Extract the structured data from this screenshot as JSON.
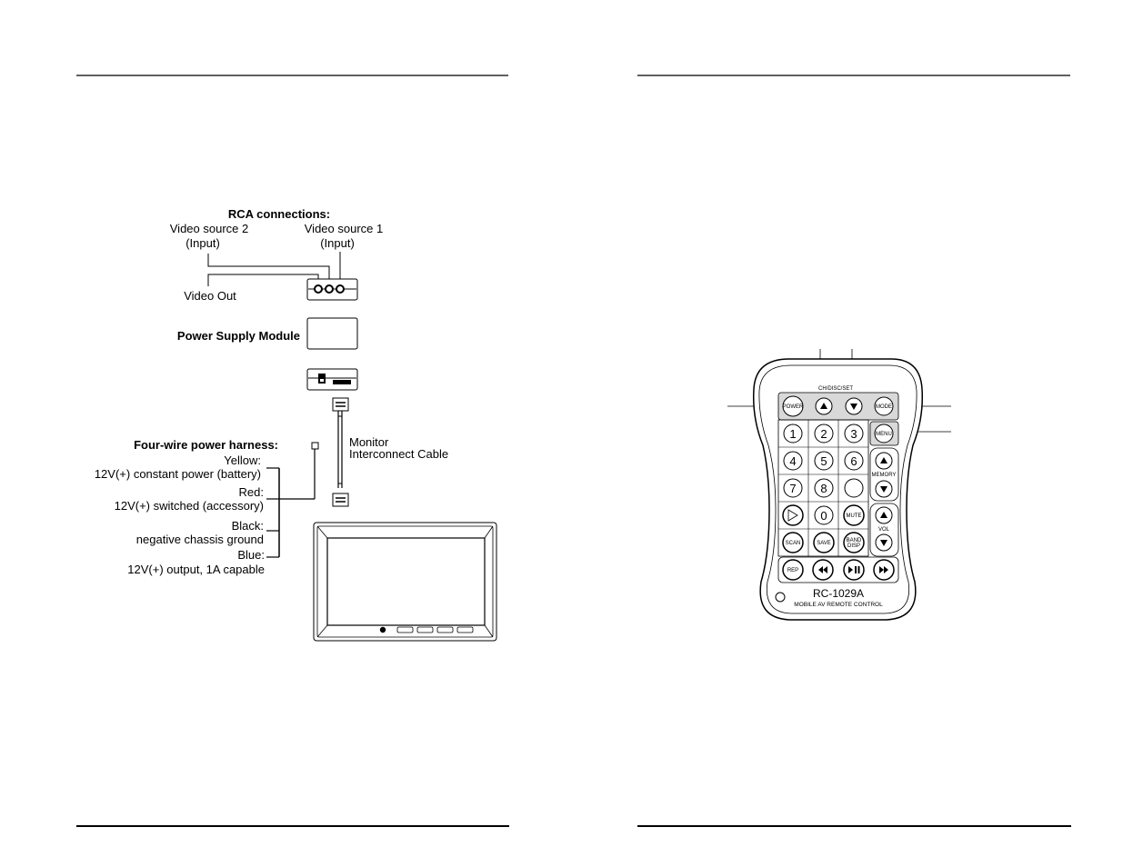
{
  "left_page": {
    "rca": {
      "title": "RCA connections:",
      "source2": "Video  source  2",
      "source2_sub": "(Input)",
      "source1": "Video  source  1",
      "source1_sub": "(Input)",
      "video_out": "Video  Out"
    },
    "power_supply_label": "Power Supply Module",
    "cable_label_1": "Monitor",
    "cable_label_2": "Interconnect  Cable",
    "harness": {
      "title": "Four-wire power harness:",
      "yellow": "Yellow:",
      "yellow_desc": "12V(+) constant power (battery)",
      "red": "Red:",
      "red_desc": "12V(+) switched (accessory)",
      "black": "Black:",
      "black_desc": "negative chassis ground",
      "blue": "Blue:",
      "blue_desc": "12V(+) output, 1A capable"
    }
  },
  "remote": {
    "group_label": "CH/DISC/SET",
    "power": "POWER",
    "mode": "MODE",
    "menu": "MENU",
    "memory": "MEMORY",
    "vol": "VOL",
    "mute": "MUTE",
    "scan": "SCAN",
    "save": "SAVE",
    "band_1": "BAND",
    "band_2": "DISP",
    "rep": "REP",
    "digits": [
      "1",
      "2",
      "3",
      "4",
      "5",
      "6",
      "7",
      "8",
      "0"
    ],
    "model": "RC-1029A",
    "subtitle": "MOBILE AV REMOTE CONTROL"
  }
}
